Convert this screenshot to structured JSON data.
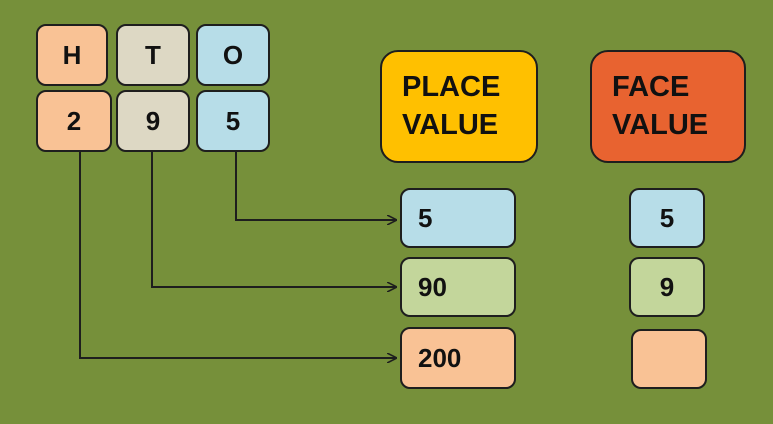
{
  "colors": {
    "background": "#76903a",
    "hundreds": "#f9c295",
    "tens": "#ddd8c4",
    "ones": "#b7dde8",
    "place_value_header": "#ffc000",
    "face_value_header": "#e86330",
    "tens_result": "#c3d69b"
  },
  "place_columns": {
    "hundreds": {
      "letter": "H",
      "digit": "2"
    },
    "tens": {
      "letter": "T",
      "digit": "9"
    },
    "ones": {
      "letter": "O",
      "digit": "5"
    }
  },
  "place_value": {
    "header_line1": "PLACE",
    "header_line2": "VALUE",
    "ones": "5",
    "tens": "90",
    "hundreds": "200"
  },
  "face_value": {
    "header_line1": "FACE",
    "header_line2": "VALUE",
    "ones": "5",
    "tens": "9",
    "hundreds": ""
  }
}
